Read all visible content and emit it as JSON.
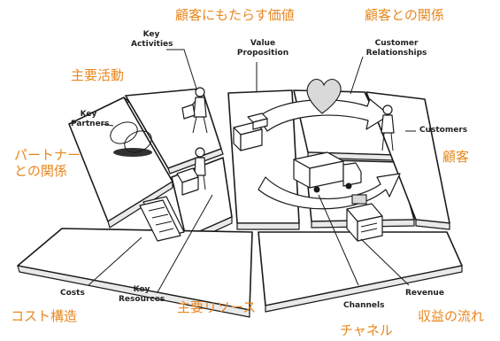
{
  "labels_en": {
    "key_activities": [
      "Key",
      "Activities"
    ],
    "key_partners": [
      "Key",
      "Partners"
    ],
    "value_proposition": [
      "Value",
      "Proposition"
    ],
    "customer_relationships": [
      "Customer",
      "Relationships"
    ],
    "customers": "Customers",
    "key_resources": [
      "Key",
      "Resources"
    ],
    "costs": "Costs",
    "channels": "Channels",
    "revenue": "Revenue"
  },
  "labels_ja": {
    "value_proposition": "顧客にもたらす価値",
    "customer_relationships": "顧客との関係",
    "key_activities": "主要活動",
    "key_partners": [
      "パートナー",
      "との関係"
    ],
    "customers": "顧客",
    "key_resources": "主要リソース",
    "costs": "コスト構造",
    "revenue": "収益の流れ",
    "channels": "チャネル"
  },
  "colors": {
    "japanese_label": "#e8871e",
    "english_label": "#222222",
    "line_art": "#1a1a1a",
    "background": "#ffffff"
  },
  "icons": [
    "heart-icon",
    "person-icon",
    "chain-icon",
    "truck-icon",
    "cash-register-icon",
    "documents-icon",
    "boxes-icon"
  ]
}
